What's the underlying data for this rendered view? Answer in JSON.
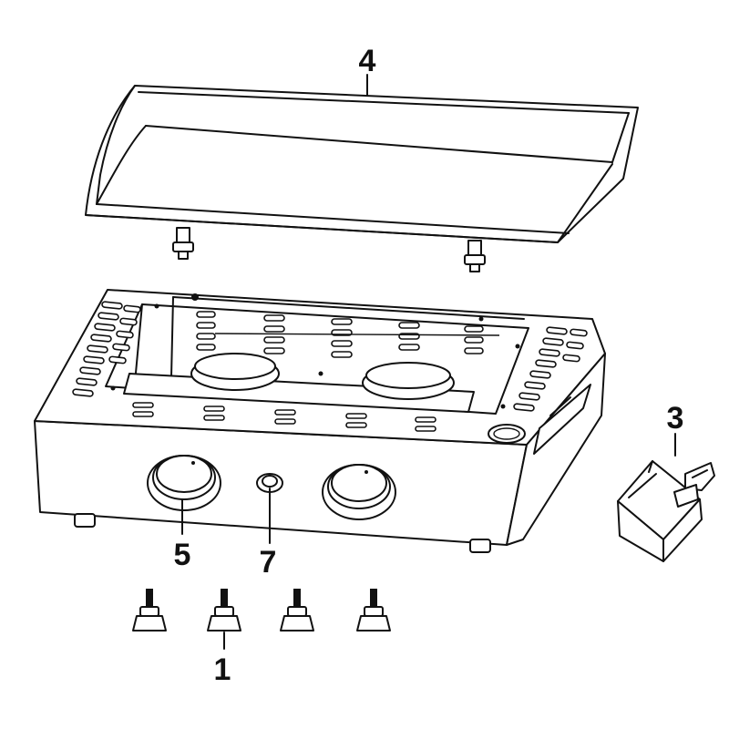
{
  "callouts": {
    "c1": "1",
    "c3": "3",
    "c4": "4",
    "c5": "5",
    "c7": "7"
  },
  "colors": {
    "line": "#111111",
    "background": "#ffffff"
  }
}
